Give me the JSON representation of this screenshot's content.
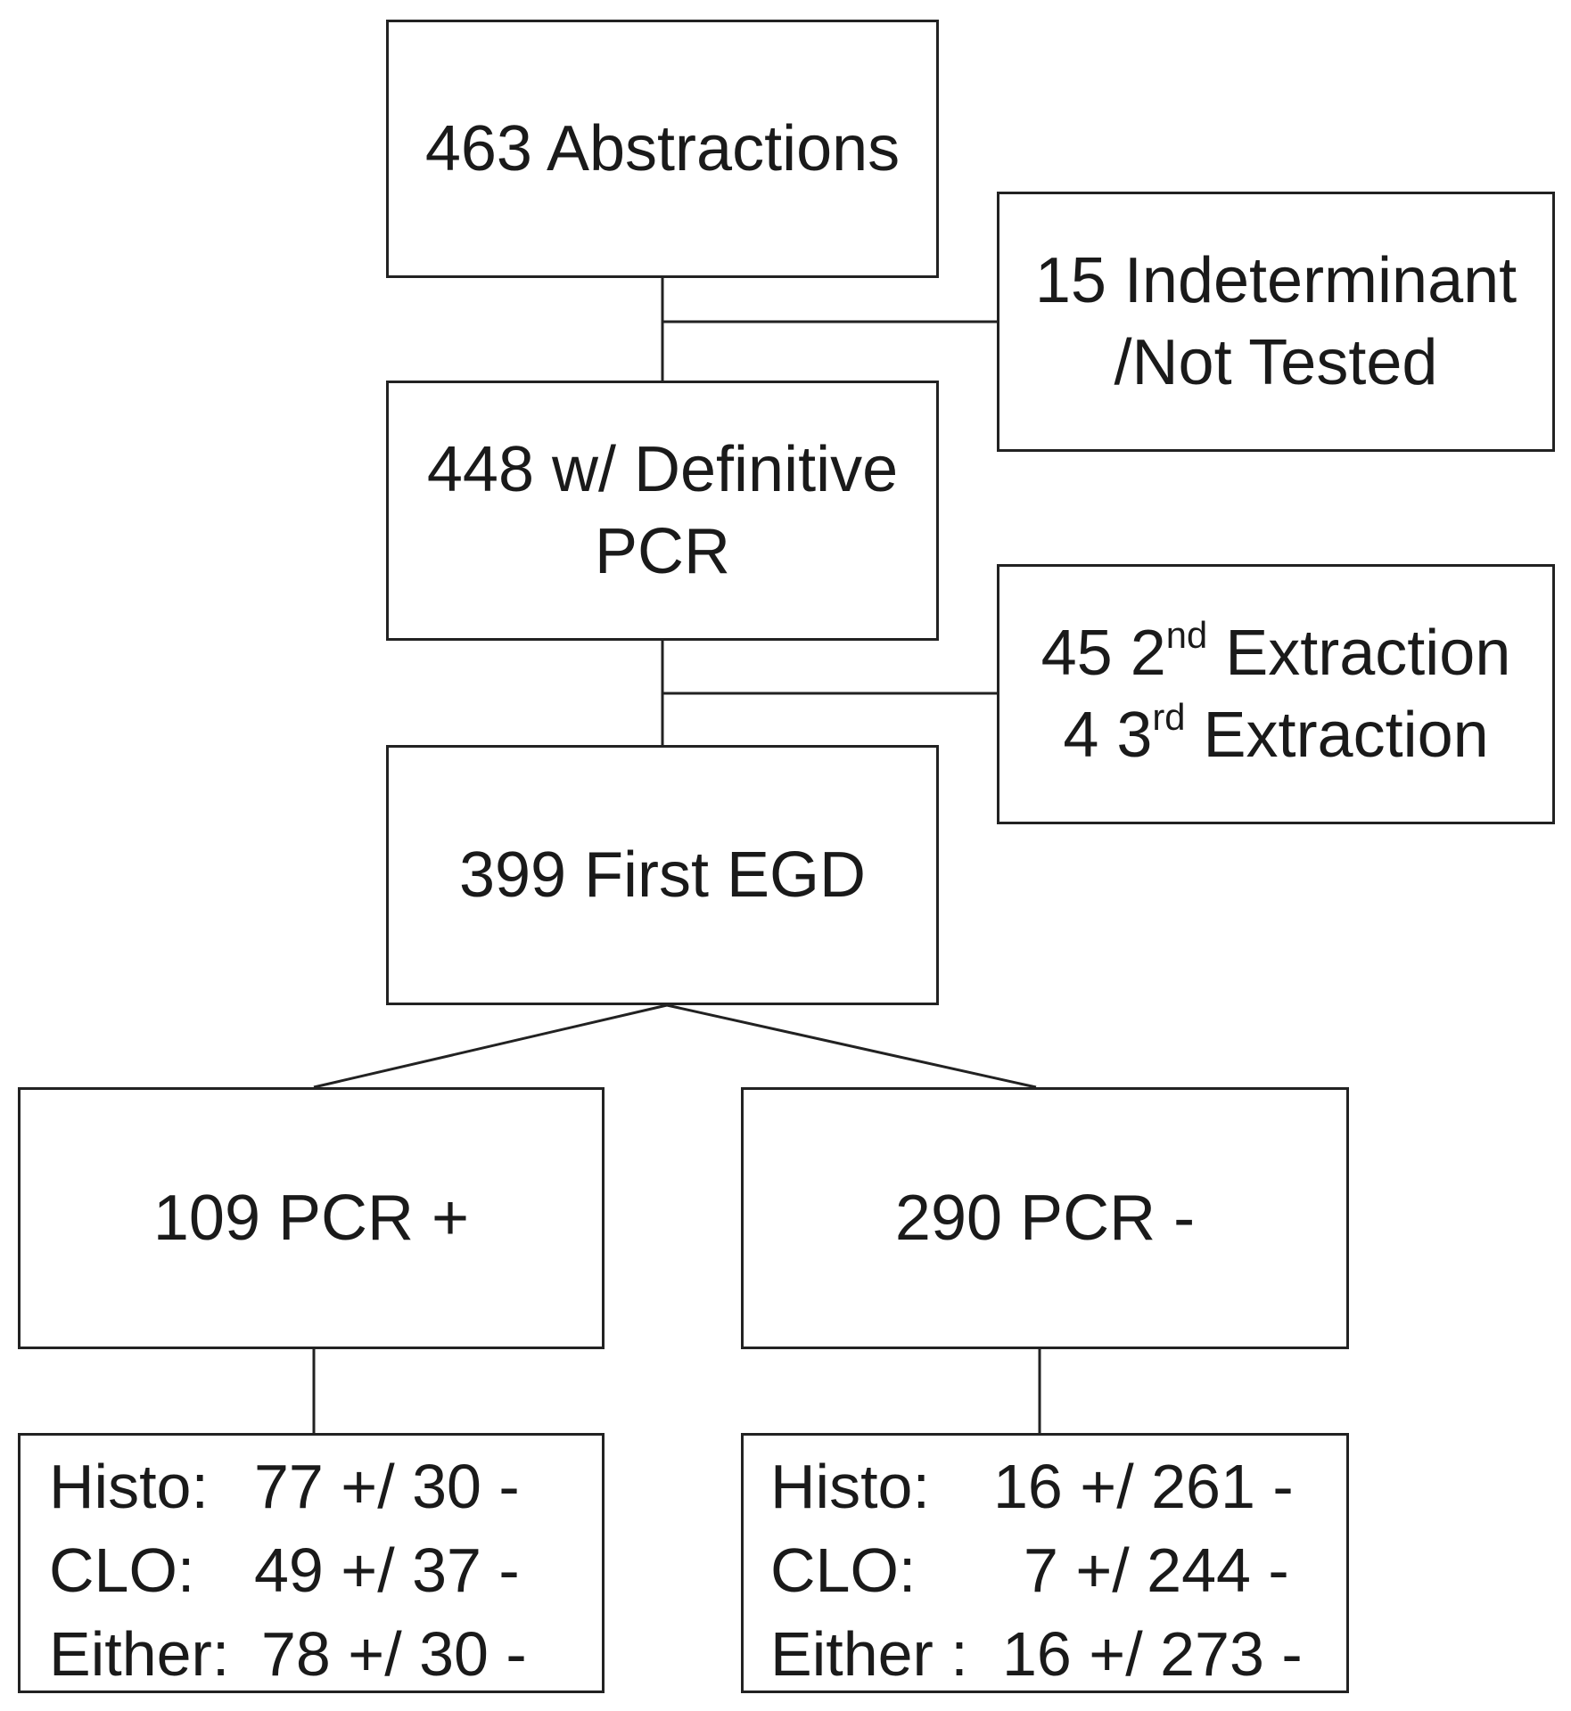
{
  "nodes": {
    "abstractions": {
      "text": "463 Abstractions"
    },
    "indeterminant": {
      "line1": "15 Indeterminant",
      "line2": "/Not  Tested"
    },
    "definitive_pcr": {
      "line1": "448 w/ Definitive",
      "line2": "PCR"
    },
    "extraction": {
      "line1_num": "45 2",
      "line1_sup": "nd",
      "line1_rest": " Extraction",
      "line2_num": "4  3",
      "line2_sup": "rd",
      "line2_rest": " Extraction"
    },
    "first_egd": {
      "text": "399 First EGD"
    },
    "pcr_positive": {
      "text": "109 PCR +"
    },
    "pcr_negative": {
      "text": "290 PCR -"
    }
  },
  "results": {
    "pcr_positive": [
      {
        "label": "Histo:",
        "value": "77 +/ 30 -"
      },
      {
        "label": "CLO:",
        "value": "49 +/ 37 -"
      },
      {
        "label": "Either:",
        "value": "78 +/ 30 -"
      }
    ],
    "pcr_negative": [
      {
        "label": "Histo:",
        "value": "16 +/ 261 -"
      },
      {
        "label": "CLO:",
        "value": "7 +/ 244 -"
      },
      {
        "label": "Either :",
        "value": "16 +/ 273 -"
      }
    ]
  }
}
